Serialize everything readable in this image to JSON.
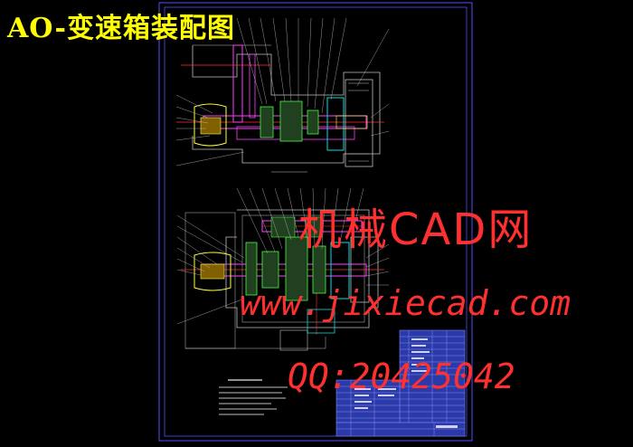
{
  "title": "AO-变速箱装配图",
  "watermark": {
    "name": "机械CAD网",
    "url": "www.jixiecad.com",
    "qq": "QQ:20425042"
  },
  "colors": {
    "background": "#000000",
    "title": "#ffff00",
    "watermark": "#ff3030",
    "frame": "#5050ff",
    "part_magenta": "#ff40ff",
    "part_cyan": "#00e0e0",
    "part_green": "#40ff40",
    "part_yellow": "#ffff40",
    "part_red": "#ff2020"
  }
}
